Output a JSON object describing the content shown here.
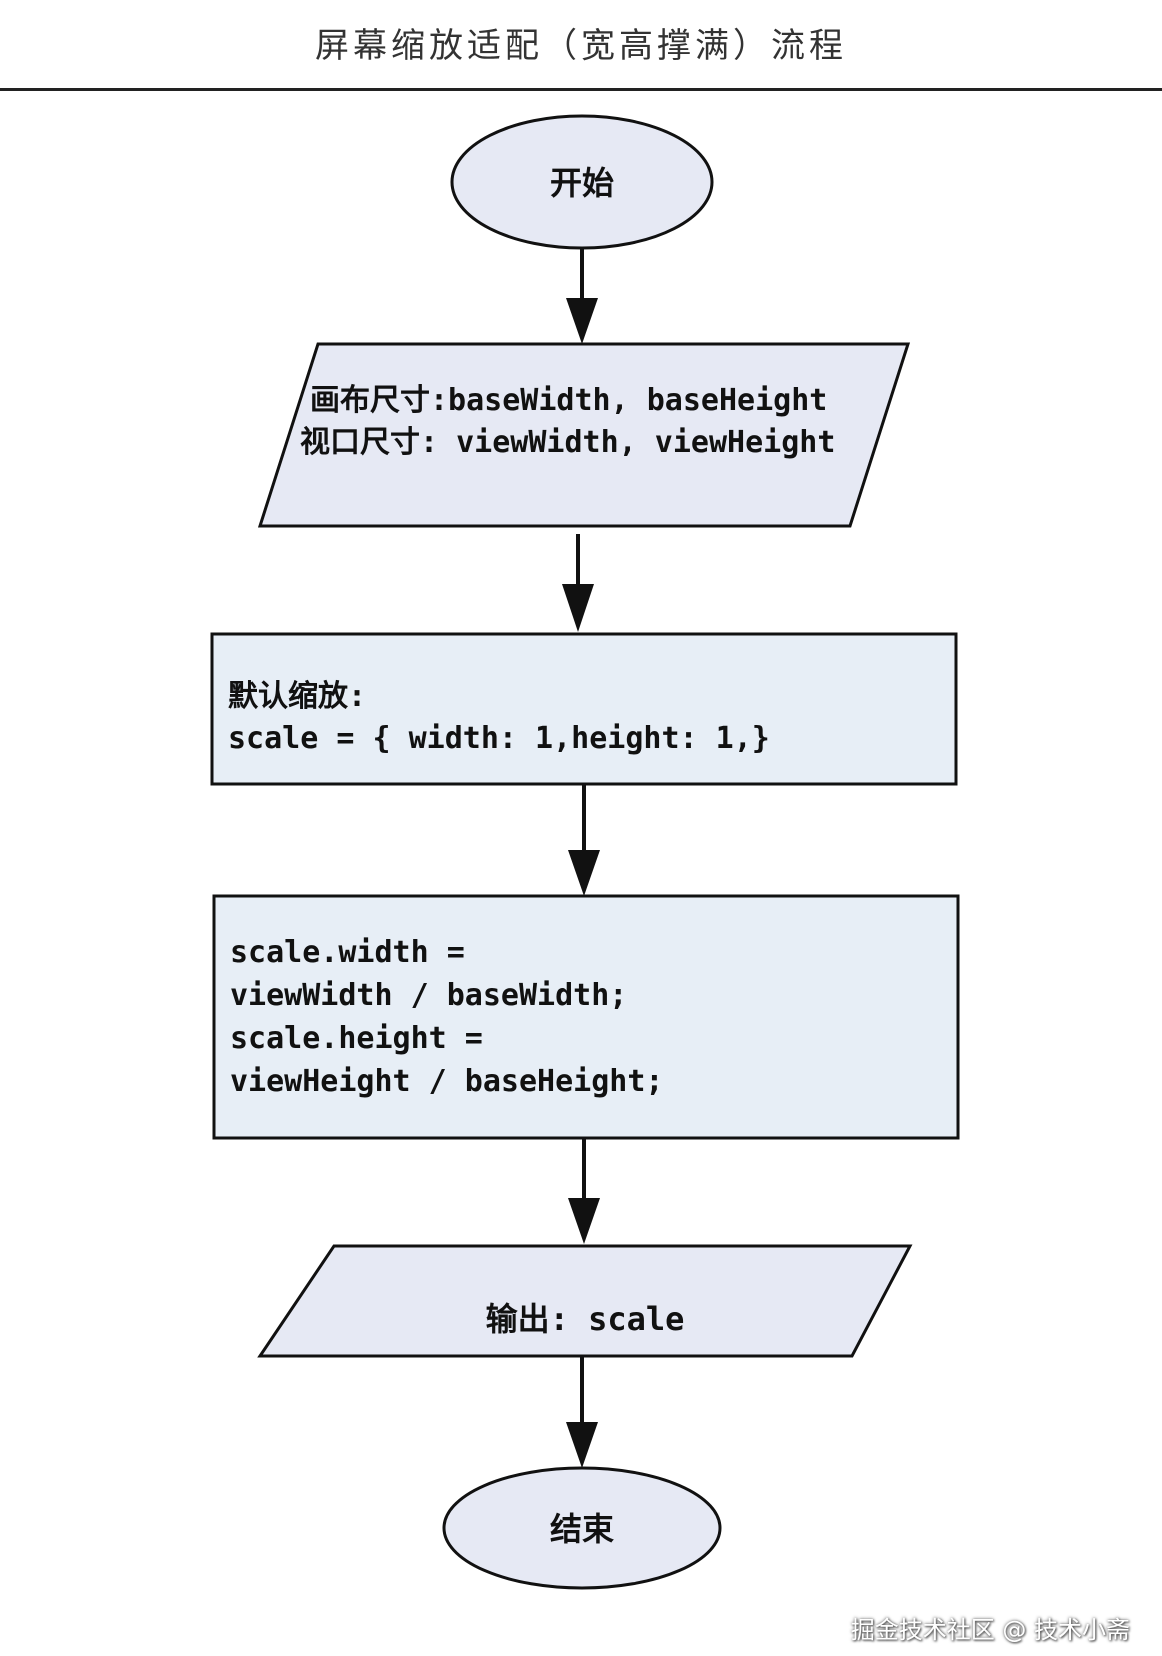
{
  "title": "屏幕缩放适配（宽高撑满）流程",
  "nodes": {
    "start": {
      "label": "开始"
    },
    "input": {
      "line1": "画布尺寸:baseWidth, baseHeight",
      "line2": "视口尺寸: viewWidth, viewHeight"
    },
    "default_scale": {
      "line1": "默认缩放:",
      "line2": "scale = { width: 1,height: 1,}"
    },
    "compute": {
      "line1": "scale.width =",
      "line2": "viewWidth / baseWidth;",
      "line3": "scale.height =",
      "line4": "viewHeight / baseHeight;"
    },
    "output": {
      "label": "输出: scale"
    },
    "end": {
      "label": "结束"
    }
  },
  "watermark": "掘金技术社区 @ 技术小斋",
  "colors": {
    "oval_fill": "#e6e9f4",
    "parallelogram_fill": "#e6e9f4",
    "rect_fill": "#e7eef6",
    "stroke": "#111111"
  }
}
